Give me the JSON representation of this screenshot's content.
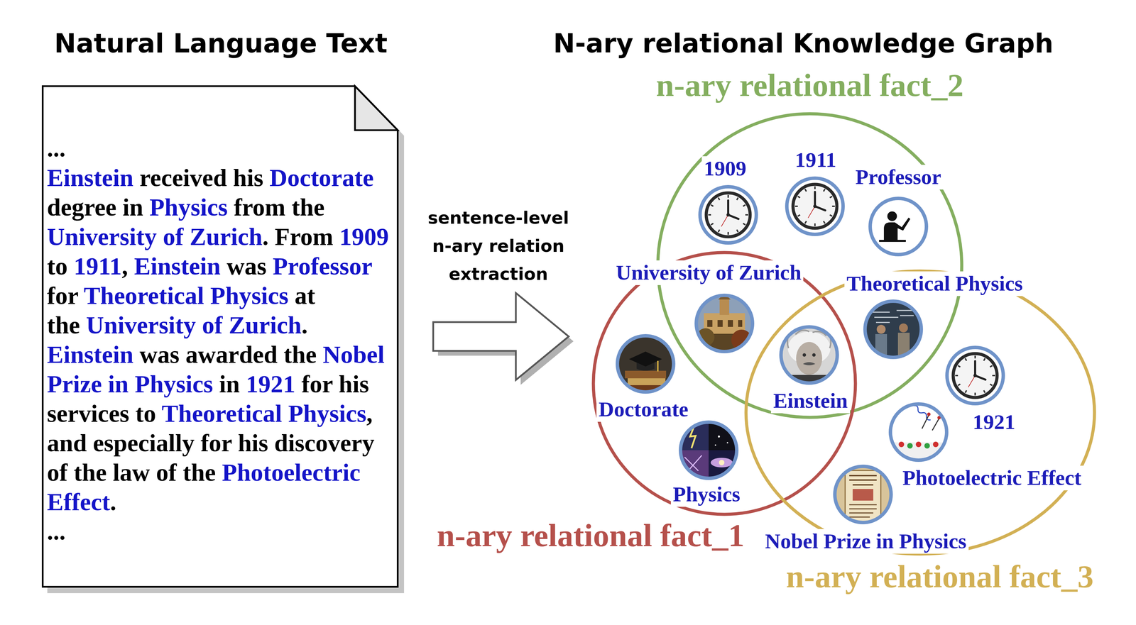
{
  "diagram": {
    "nodes": [
      {
        "text": [
          "...",
          "Einstein",
          "received his",
          "Doctorate",
          "degree in",
          "Physics",
          "from the",
          "University of Zurich",
          ". From",
          "1909",
          "to",
          "1911",
          ",",
          "Einstein",
          "was",
          "Professor",
          "for",
          "Theoretical Physics",
          "at",
          "the",
          "University of Zurich",
          ".",
          "Einstein",
          "was awarded the",
          "Nobel Prize in Physics",
          "in",
          "1921",
          "for his services to",
          "Theoretical Physics",
          ", and especially for his discovery of the law of the",
          "Photoelectric Effect",
          ".",
          "..."
        ]
      },
      {
        "text": [
          "n-ary relational fact_2"
        ]
      },
      {
        "text": [
          "1909"
        ],
        "in": 1
      },
      {
        "text": [
          "1911"
        ],
        "in": 1
      },
      {
        "text": [
          "Professor"
        ],
        "in": 1
      },
      {
        "text": [
          "University of Zurich"
        ]
      },
      {
        "text": [
          "Theoretical Physics"
        ]
      },
      {
        "text": [
          "n-ary relational fact_1"
        ]
      },
      {
        "text": [
          "Doctorate"
        ],
        "in": 7
      },
      {
        "text": [
          "Einstein"
        ]
      },
      {
        "text": [
          "Physics"
        ],
        "in": 7
      },
      {
        "text": [
          "n-ary relational fact_3"
        ]
      },
      {
        "text": [
          "1921"
        ],
        "in": 11
      },
      {
        "text": [
          "Photoelectric Effect"
        ],
        "in": 11
      },
      {
        "text": [
          "Nobel Prize in Physics"
        ],
        "in": 11
      }
    ],
    "labels": [
      "Natural Language Text",
      "N-ary relational Knowledge Graph",
      "sentence-level n-ary relation extraction"
    ]
  }
}
